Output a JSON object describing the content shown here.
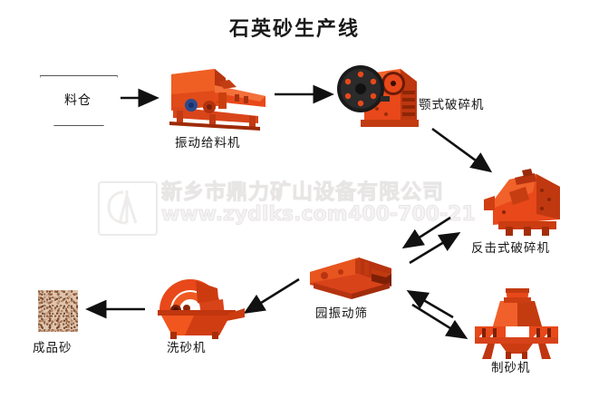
{
  "page": {
    "title": "石英砂生产线",
    "bg_color": "#ffffff",
    "machine_color": "#e8421a",
    "line_color": "#111111"
  },
  "watermark": {
    "company": "新乡市鼎力矿山设备有限公司",
    "website": "www.zydlks.com",
    "phone": "400-700-21",
    "logo_icon": "dl-monogram-logo"
  },
  "nodes": [
    {
      "id": "hopper",
      "label": "料仓",
      "icon": "hopper-trapezoid"
    },
    {
      "id": "vibrating-feeder",
      "label": "振动给料机",
      "icon": "vibrating-feeder-machine"
    },
    {
      "id": "jaw-crusher",
      "label": "颚式破碎机",
      "icon": "jaw-crusher-machine"
    },
    {
      "id": "impact-crusher",
      "label": "反击式破碎机",
      "icon": "impact-crusher-machine"
    },
    {
      "id": "vibrating-screen",
      "label": "园振动筛",
      "icon": "circular-vibrating-screen-machine"
    },
    {
      "id": "sand-maker",
      "label": "制砂机",
      "icon": "sand-making-machine"
    },
    {
      "id": "sand-washer",
      "label": "洗砂机",
      "icon": "sand-washer-machine"
    },
    {
      "id": "finished-sand",
      "label": "成品砂",
      "icon": "sand-pile-swatch"
    }
  ],
  "flow": [
    {
      "from": "hopper",
      "to": "vibrating-feeder"
    },
    {
      "from": "vibrating-feeder",
      "to": "jaw-crusher"
    },
    {
      "from": "jaw-crusher",
      "to": "impact-crusher"
    },
    {
      "from": "impact-crusher",
      "to": "vibrating-screen"
    },
    {
      "from": "vibrating-screen",
      "to": "impact-crusher"
    },
    {
      "from": "vibrating-screen",
      "to": "sand-maker"
    },
    {
      "from": "sand-maker",
      "to": "vibrating-screen"
    },
    {
      "from": "vibrating-screen",
      "to": "sand-washer"
    },
    {
      "from": "sand-washer",
      "to": "finished-sand"
    }
  ]
}
